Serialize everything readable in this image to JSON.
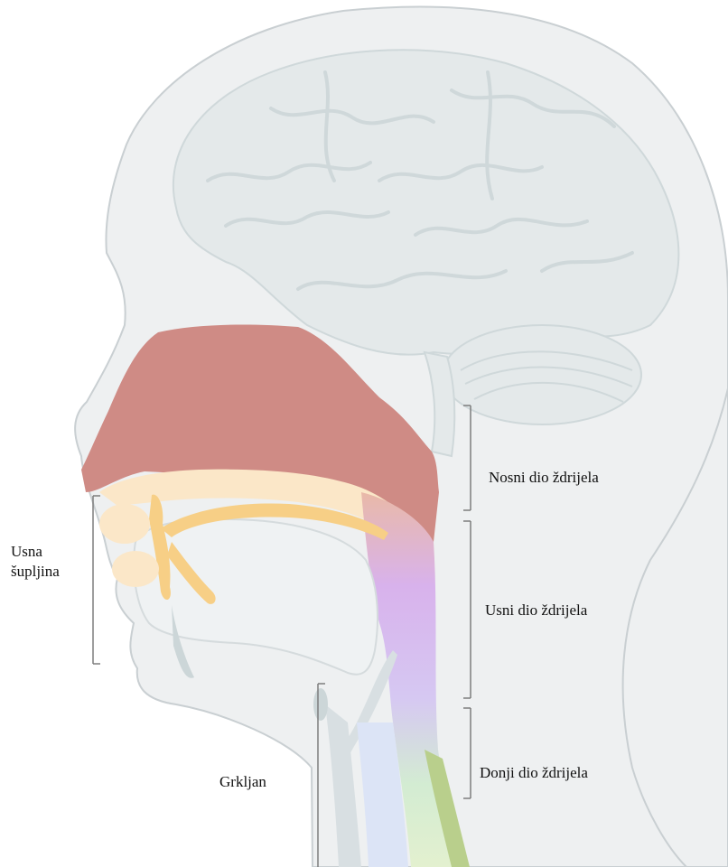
{
  "labels": {
    "nasopharynx": "Nosni dio ždrijela",
    "oropharynx": "Usni dio ždrijela",
    "laryngopharynx": "Donji dio ždrijela",
    "oral_cavity_line1": "Usna",
    "oral_cavity_line2": "šupljina",
    "larynx": "Grkljan"
  },
  "colors": {
    "background": "#ffffff",
    "head_fill": "#eef0f1",
    "head_outline": "#c9cfd2",
    "brain_fill": "#e4e9ea",
    "brain_lines": "#cfd8da",
    "nasal_cavity": "#cf8b85",
    "palate": "#fbe7c8",
    "tongue_bone": "#f7cf86",
    "oropharynx_region": "#d9b4ec",
    "laryngopharynx_region": "#cfe6c4",
    "esophagus": "#b9cf8c",
    "trachea": "#dce4f6",
    "bracket_line": "#7d7d7d"
  }
}
